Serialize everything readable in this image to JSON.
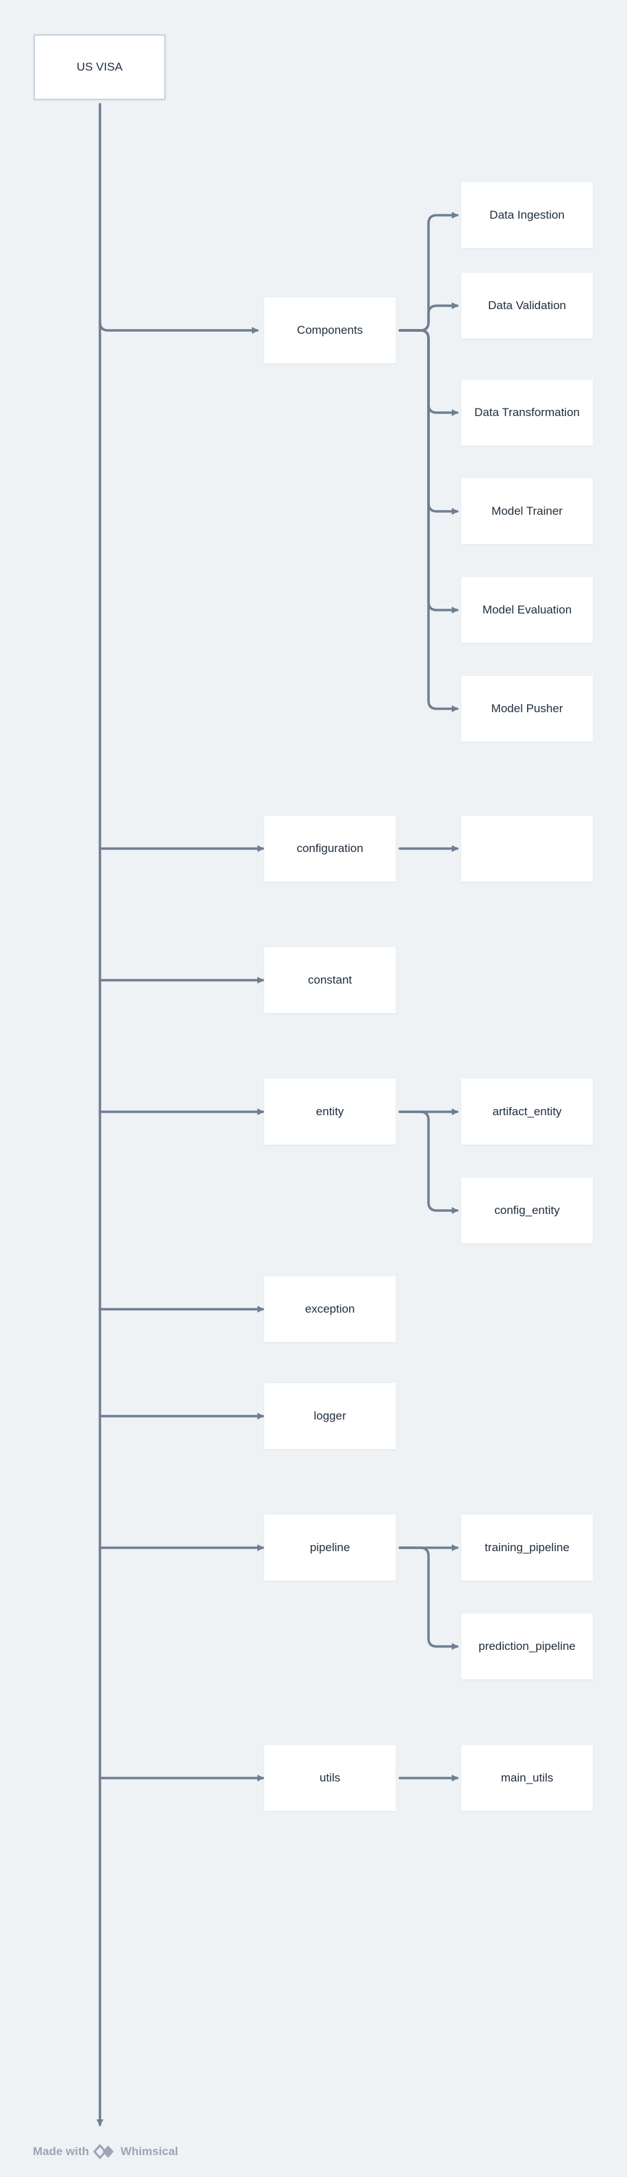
{
  "root": {
    "label": "US VISA"
  },
  "branches": [
    {
      "id": "components",
      "label": "Components",
      "children": [
        "Data Ingestion",
        "Data Validation",
        "Data Transformation",
        "Model Trainer",
        "Model Evaluation",
        "Model Pusher"
      ]
    },
    {
      "id": "configuration",
      "label": "configuration",
      "children": [
        ""
      ]
    },
    {
      "id": "constant",
      "label": "constant",
      "children": []
    },
    {
      "id": "entity",
      "label": "entity",
      "children": [
        "artifact_entity",
        "config_entity"
      ]
    },
    {
      "id": "exception",
      "label": "exception",
      "children": []
    },
    {
      "id": "logger",
      "label": "logger",
      "children": []
    },
    {
      "id": "pipeline",
      "label": "pipeline",
      "children": [
        "training_pipeline",
        "prediction_pipeline"
      ]
    },
    {
      "id": "utils",
      "label": "utils",
      "children": [
        "main_utils"
      ]
    }
  ],
  "footer": {
    "made_with": "Made with",
    "brand": "Whimsical"
  },
  "colors": {
    "line": "#6f7e91",
    "background": "#eef2f5",
    "node": "#ffffff"
  }
}
